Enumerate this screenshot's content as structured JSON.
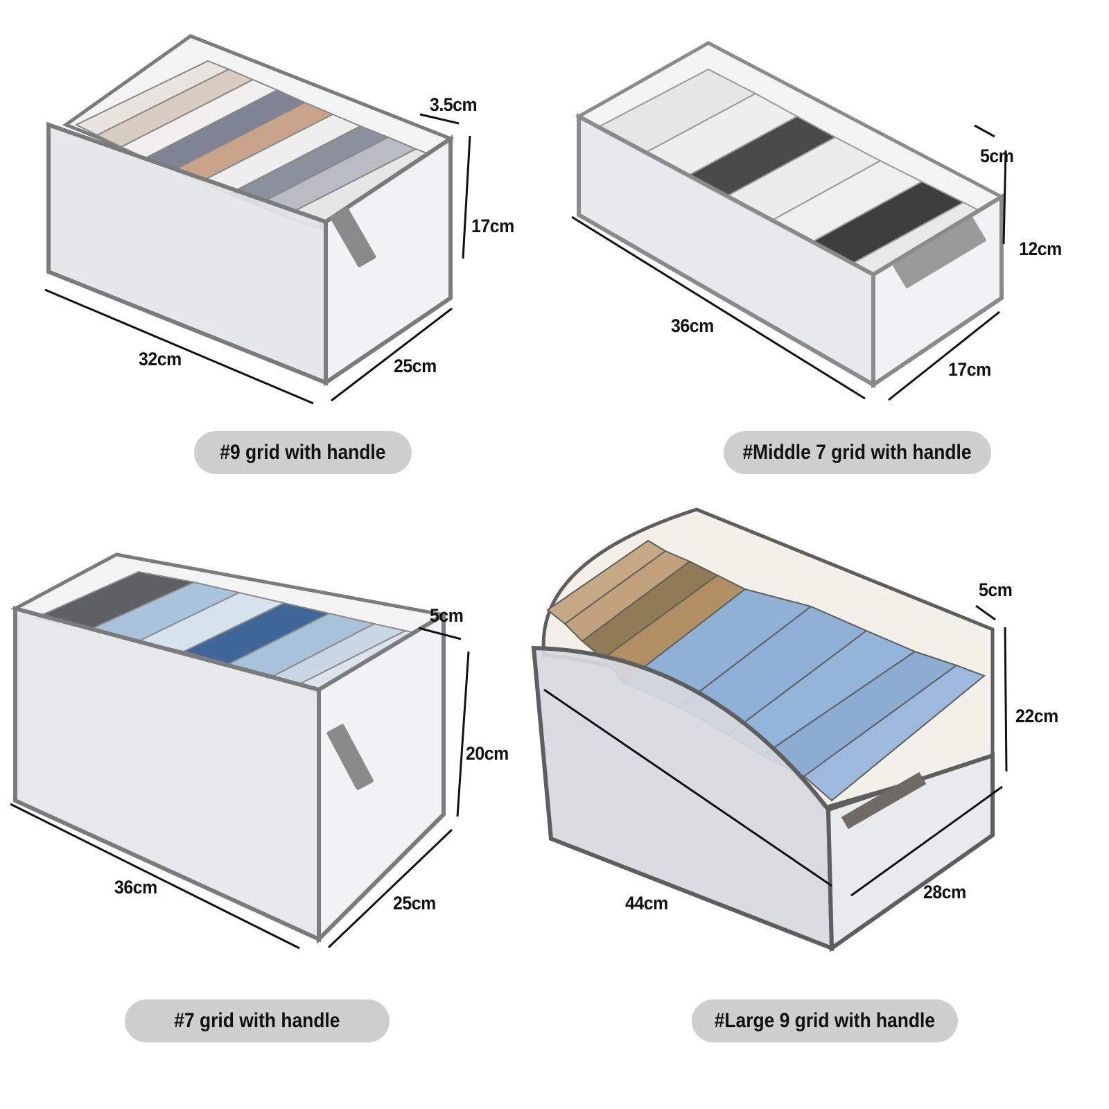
{
  "products": [
    {
      "label": "#9 grid with handle",
      "dimensions": {
        "length": "32cm",
        "width": "25cm",
        "height": "17cm",
        "compartment": "3.5cm"
      },
      "contents_colors": [
        "#e8e4df",
        "#d9cdc2",
        "#f2f0ee",
        "#7e8494",
        "#c9a48b",
        "#eeeeee",
        "#8a909c",
        "#b9bcc4",
        "#e6e6e6"
      ]
    },
    {
      "label": "#Middle 7 grid with handle",
      "dimensions": {
        "length": "36cm",
        "width": "17cm",
        "height": "12cm",
        "compartment": "5cm"
      },
      "contents_colors": [
        "#e6e6e6",
        "#eeeeee",
        "#4a4a4a",
        "#ececec",
        "#efefef",
        "#3e3e3e",
        "#e8e8e8"
      ]
    },
    {
      "label": "#7 grid with handle",
      "dimensions": {
        "length": "36cm",
        "width": "25cm",
        "height": "20cm",
        "compartment": "5cm"
      },
      "contents_colors": [
        "#5f6064",
        "#a9c3dc",
        "#d6e2ec",
        "#3f679a",
        "#a7c2da",
        "#c9d7e4",
        "#dbe4ec"
      ]
    },
    {
      "label": "#Large 9 grid with handle",
      "dimensions": {
        "length": "44cm",
        "width": "28cm",
        "height": "22cm",
        "compartment": "5cm"
      },
      "contents_colors": [
        "#c7a884",
        "#c2a27d",
        "#8f7b55",
        "#b18f63",
        "#8fb1d6",
        "#8eb0d6",
        "#94b5da",
        "#8cacd2",
        "#9dbade"
      ]
    }
  ],
  "colors": {
    "trim": "#7b7b7b",
    "pill_bg": "#cfcfcf",
    "text": "#111111"
  }
}
